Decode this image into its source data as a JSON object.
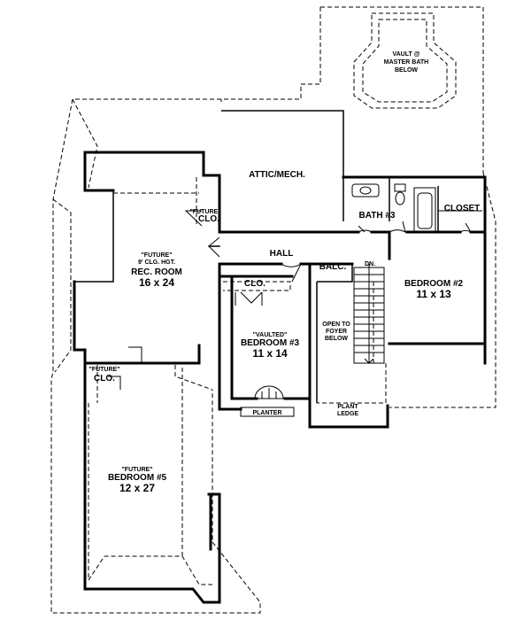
{
  "rooms": {
    "vault": {
      "line1": "VAULT @",
      "line2": "MASTER BATH",
      "line3": "BELOW"
    },
    "attic": {
      "name": "ATTIC/MECH."
    },
    "bath3": {
      "name": "BATH #3"
    },
    "closet": {
      "name": "CLOSET"
    },
    "future_clo_top": {
      "tag": "\"FUTURE\"",
      "name": "CLO."
    },
    "rec_room": {
      "tag": "\"FUTURE\"",
      "note": "9' CLG. HGT.",
      "name": "REC. ROOM",
      "size": "16 x 24"
    },
    "hall": {
      "name": "HALL"
    },
    "balc": {
      "name": "BALC."
    },
    "dn": {
      "name": "DN."
    },
    "bedroom2": {
      "name": "BEDROOM #2",
      "size": "11 x 13"
    },
    "clo": {
      "name": "CLO."
    },
    "bedroom3": {
      "tag": "\"VAULTED\"",
      "name": "BEDROOM #3",
      "size": "11 x 14"
    },
    "open_foyer": {
      "line1": "OPEN TO",
      "line2": "FOYER",
      "line3": "BELOW"
    },
    "future_clo_bottom": {
      "tag": "\"FUTURE\"",
      "name": "CLO."
    },
    "planter": {
      "name": "PLANTER"
    },
    "plant_ledge": {
      "line1": "PLANT",
      "line2": "LEDGE"
    },
    "bedroom5": {
      "tag": "\"FUTURE\"",
      "name": "BEDROOM #5",
      "size": "12 x 27"
    }
  }
}
